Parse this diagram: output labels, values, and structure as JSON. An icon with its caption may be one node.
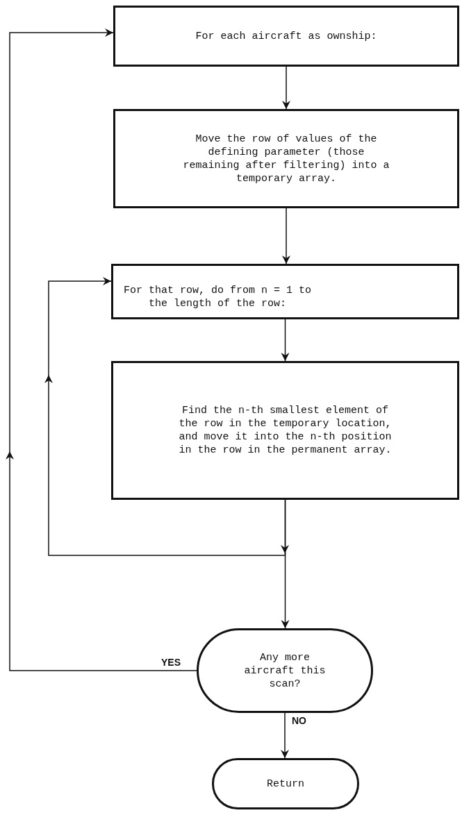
{
  "diagram": {
    "nodes": [
      {
        "text": [
          "For each aircraft as ownship:"
        ]
      },
      {
        "text": [
          "Move the row of values of the defining parameter (those remaining after filtering) into a temporary array."
        ]
      },
      {
        "text": [
          "For that row, do from n = 1 to the length of the row:"
        ]
      },
      {
        "text": [
          "Find the n-th smallest element of the row in the temporary location, and move it into the n-th position in the row in the permanent array."
        ]
      },
      {
        "text": [
          "Any more aircraft this scan?"
        ]
      },
      {
        "text": [
          "Return"
        ]
      }
    ],
    "edges": [
      {
        "from": 0,
        "to": 1,
        "arrow": "to"
      },
      {
        "from": 1,
        "to": 2,
        "arrow": "to"
      },
      {
        "from": 2,
        "to": 3,
        "arrow": "to"
      },
      {
        "from": 3,
        "to": 2,
        "arrow": "to"
      },
      {
        "from": 3,
        "to": 4,
        "arrow": "to"
      },
      {
        "from": 4,
        "to": 0,
        "arrow": "to",
        "label": "YES"
      },
      {
        "from": 4,
        "to": 5,
        "arrow": "to",
        "label": "NO"
      }
    ]
  }
}
